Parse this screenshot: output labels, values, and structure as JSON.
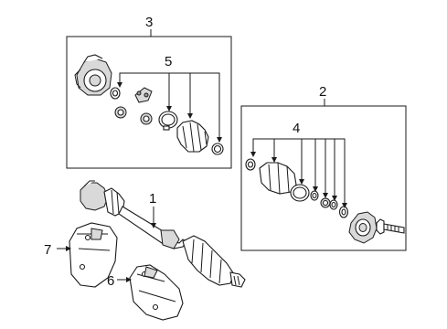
{
  "callouts": {
    "c1": "1",
    "c2": "2",
    "c3": "3",
    "c4": "4",
    "c5": "5",
    "c6": "6",
    "c7": "7"
  },
  "colors": {
    "line": "#1a1a1a",
    "background": "#ffffff",
    "shade": "#d9d9d9"
  }
}
